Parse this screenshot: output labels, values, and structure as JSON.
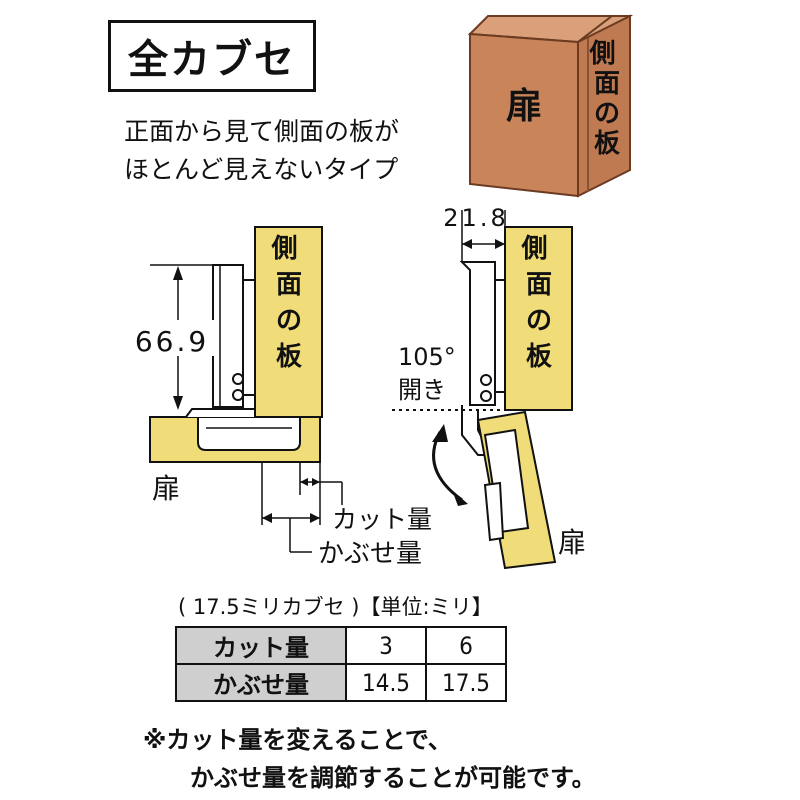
{
  "title": "全カブセ",
  "description": {
    "line1": "正面から見て側面の板が",
    "line2": "ほとんど見えないタイプ"
  },
  "illustration": {
    "door_label": "扉",
    "side_panel_label": "側面の板"
  },
  "diagram_closed": {
    "side_panel_label": "側面の板",
    "height_dim": "66.9",
    "door_label": "扉",
    "cut_label": "カット量",
    "overlay_label": "かぶせ量"
  },
  "diagram_open": {
    "width_dim": "21.8",
    "side_panel_label": "側面の板",
    "angle_label": "105°",
    "open_label": "開き",
    "door_label": "扉"
  },
  "spec": {
    "caption": "( 17.5ミリカブセ )【単位:ミリ】",
    "rows": [
      {
        "label": "カット量",
        "values": [
          "3",
          "6"
        ]
      },
      {
        "label": "かぶせ量",
        "values": [
          "14.5",
          "17.5"
        ]
      }
    ]
  },
  "footnote": {
    "line1": "※カット量を変えることで、",
    "line2": "かぶせ量を調節することが可能です。"
  },
  "colors": {
    "wood": "#c9845a",
    "wood_dark": "#8a5234",
    "panel_yellow": "#f0dc78",
    "table_header": "#cfcfcf"
  }
}
